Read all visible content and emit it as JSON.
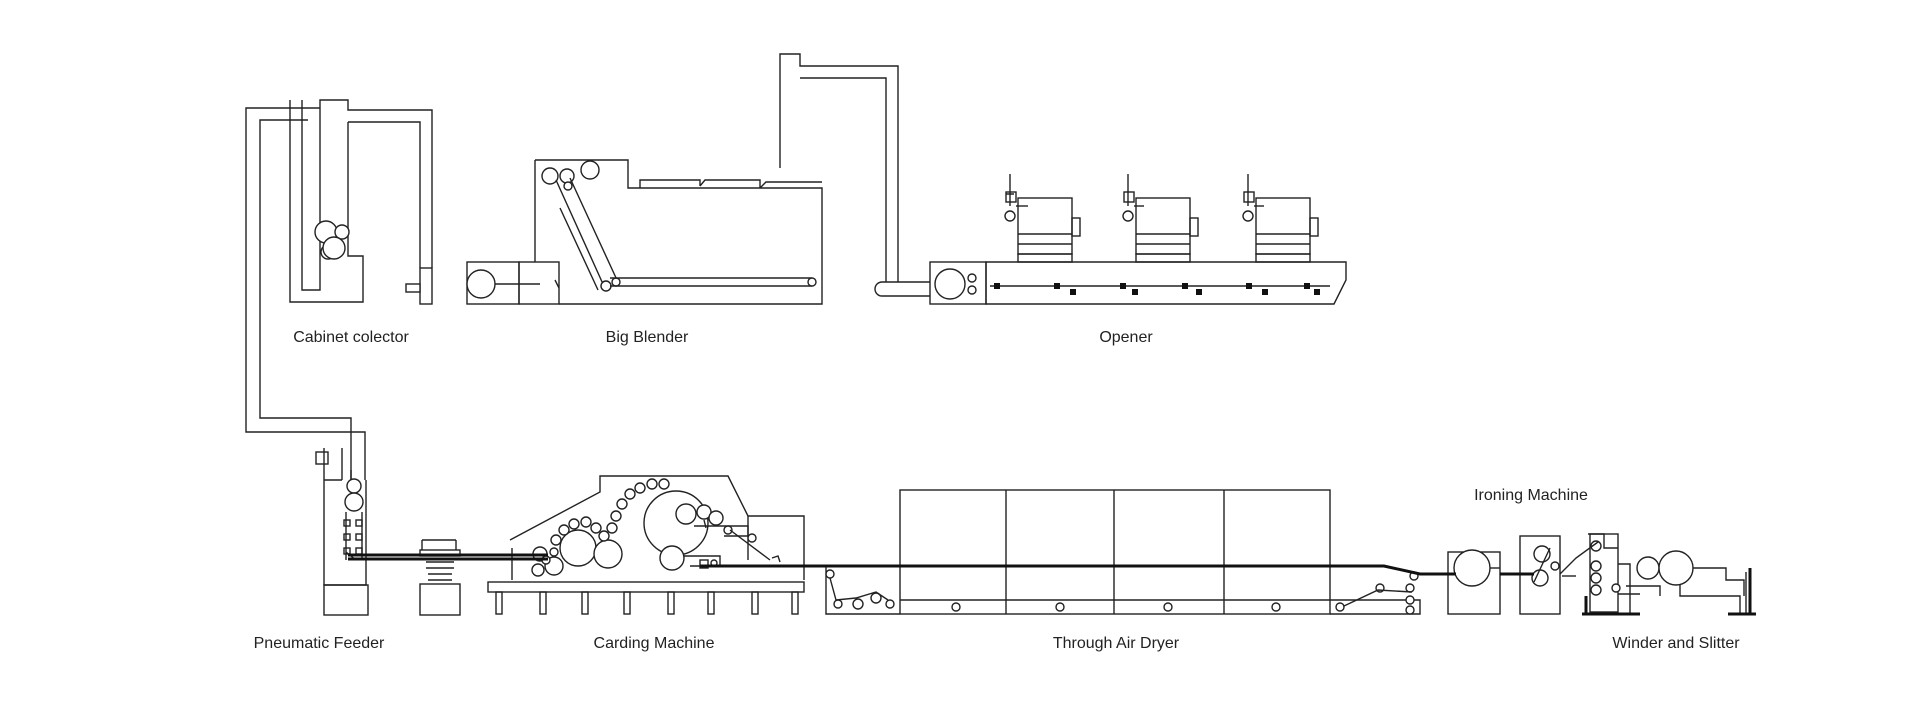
{
  "diagram": {
    "labels": {
      "cabinet_collector": "Cabinet colector",
      "big_blender": "Big Blender",
      "opener": "Opener",
      "pneumatic_feeder": "Pneumatic Feeder",
      "carding_machine": "Carding Machine",
      "through_air_dryer": "Through Air Dryer",
      "ironing_machine": "Ironing Machine",
      "winder_and_slitter": "Winder and Slitter"
    }
  }
}
